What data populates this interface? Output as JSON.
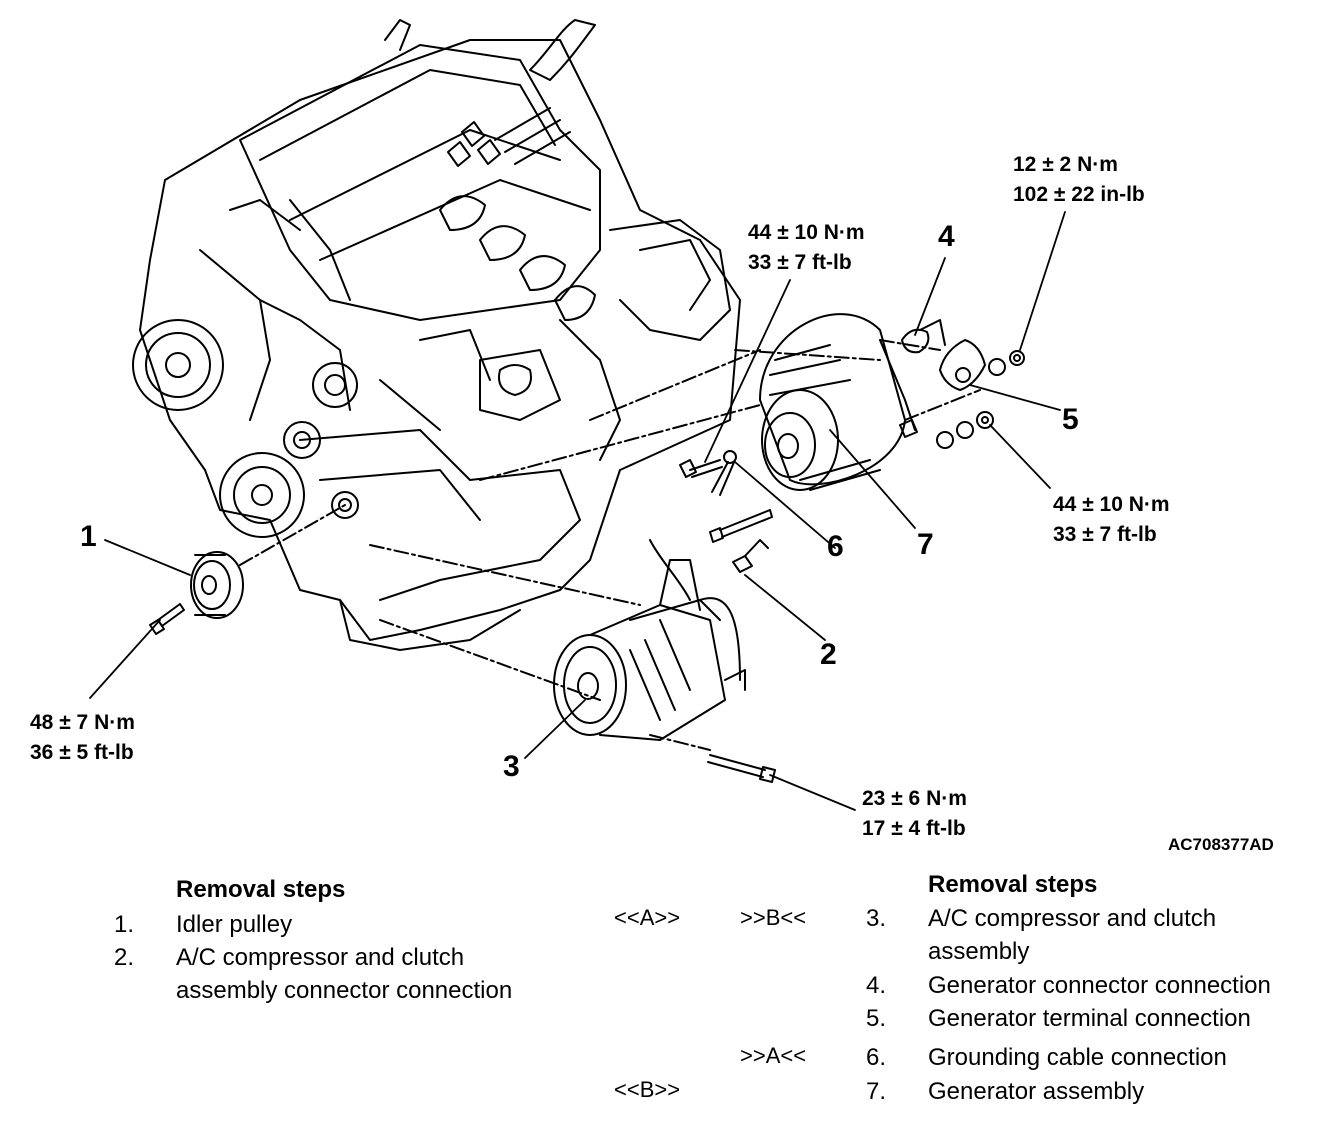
{
  "torques": [
    {
      "line1": "12 ± 2 N·m",
      "line2": "102 ± 22 in-lb"
    },
    {
      "line1": "44 ± 10 N·m",
      "line2": "33 ± 7 ft-lb"
    },
    {
      "line1": "44 ± 10 N·m",
      "line2": "33 ± 7 ft-lb"
    },
    {
      "line1": "48 ± 7 N·m",
      "line2": "36 ± 5 ft-lb"
    },
    {
      "line1": "23 ± 6 N·m",
      "line2": "17 ± 4 ft-lb"
    }
  ],
  "callouts": [
    "1",
    "2",
    "3",
    "4",
    "5",
    "6",
    "7"
  ],
  "figure_id": "AC708377AD",
  "left_steps": {
    "heading": "Removal steps",
    "items": [
      {
        "num": "1.",
        "lines": [
          "Idler pulley"
        ]
      },
      {
        "num": "2.",
        "lines": [
          "A/C compressor and clutch",
          "assembly connector connection"
        ]
      }
    ]
  },
  "right_steps": {
    "heading": "Removal steps",
    "items": [
      {
        "ref1": "<<A>>",
        "ref2": ">>B<<",
        "num": "3.",
        "lines": [
          "A/C compressor and clutch",
          "assembly"
        ]
      },
      {
        "ref1": "",
        "ref2": "",
        "num": "4.",
        "lines": [
          "Generator connector connection"
        ]
      },
      {
        "ref1": "",
        "ref2": "",
        "num": "5.",
        "lines": [
          "Generator terminal connection"
        ]
      },
      {
        "ref1": "",
        "ref2": ">>A<<",
        "num": "6.",
        "lines": [
          "Grounding cable connection"
        ]
      },
      {
        "ref1": "<<B>>",
        "ref2": "",
        "num": "7.",
        "lines": [
          "Generator assembly"
        ]
      }
    ]
  }
}
